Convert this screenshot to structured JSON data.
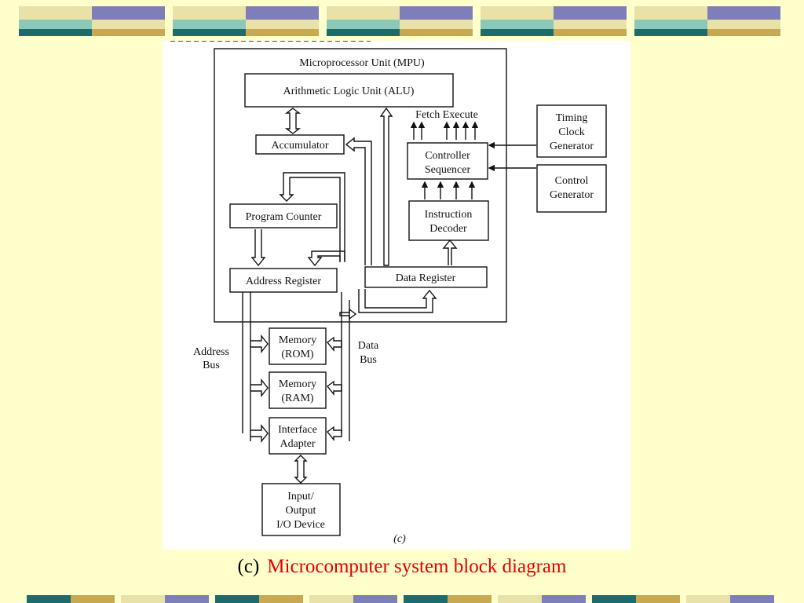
{
  "caption": {
    "label": "(c)",
    "title": "Microcomputer system block diagram"
  },
  "colors": {
    "background": "#FFFFCC",
    "caption_title": "#E00000",
    "deco_teal": "#1E6B6B",
    "deco_gold": "#C8A850",
    "deco_purple": "#7E7EB8"
  },
  "diagram": {
    "mpu_label": "Microprocessor Unit (MPU)",
    "alu": "Arithmetic Logic Unit (ALU)",
    "fetch_execute": "Fetch Execute",
    "accumulator": "Accumulator",
    "controller_line1": "Controller",
    "controller_line2": "Sequencer",
    "timing_line1": "Timing",
    "timing_line2": "Clock",
    "timing_line3": "Generator",
    "control_line1": "Control",
    "control_line2": "Generator",
    "program_counter": "Program Counter",
    "instruction_line1": "Instruction",
    "instruction_line2": "Decoder",
    "address_register": "Address Register",
    "data_register": "Data Register",
    "address_bus_line1": "Address",
    "address_bus_line2": "Bus",
    "data_bus_line1": "Data",
    "data_bus_line2": "Bus",
    "rom_line1": "Memory",
    "rom_line2": "(ROM)",
    "ram_line1": "Memory",
    "ram_line2": "(RAM)",
    "interface_line1": "Interface",
    "interface_line2": "Adapter",
    "io_line1": "Input/",
    "io_line2": "Output",
    "io_line3": "I/O Device",
    "sub_label": "(c)"
  }
}
